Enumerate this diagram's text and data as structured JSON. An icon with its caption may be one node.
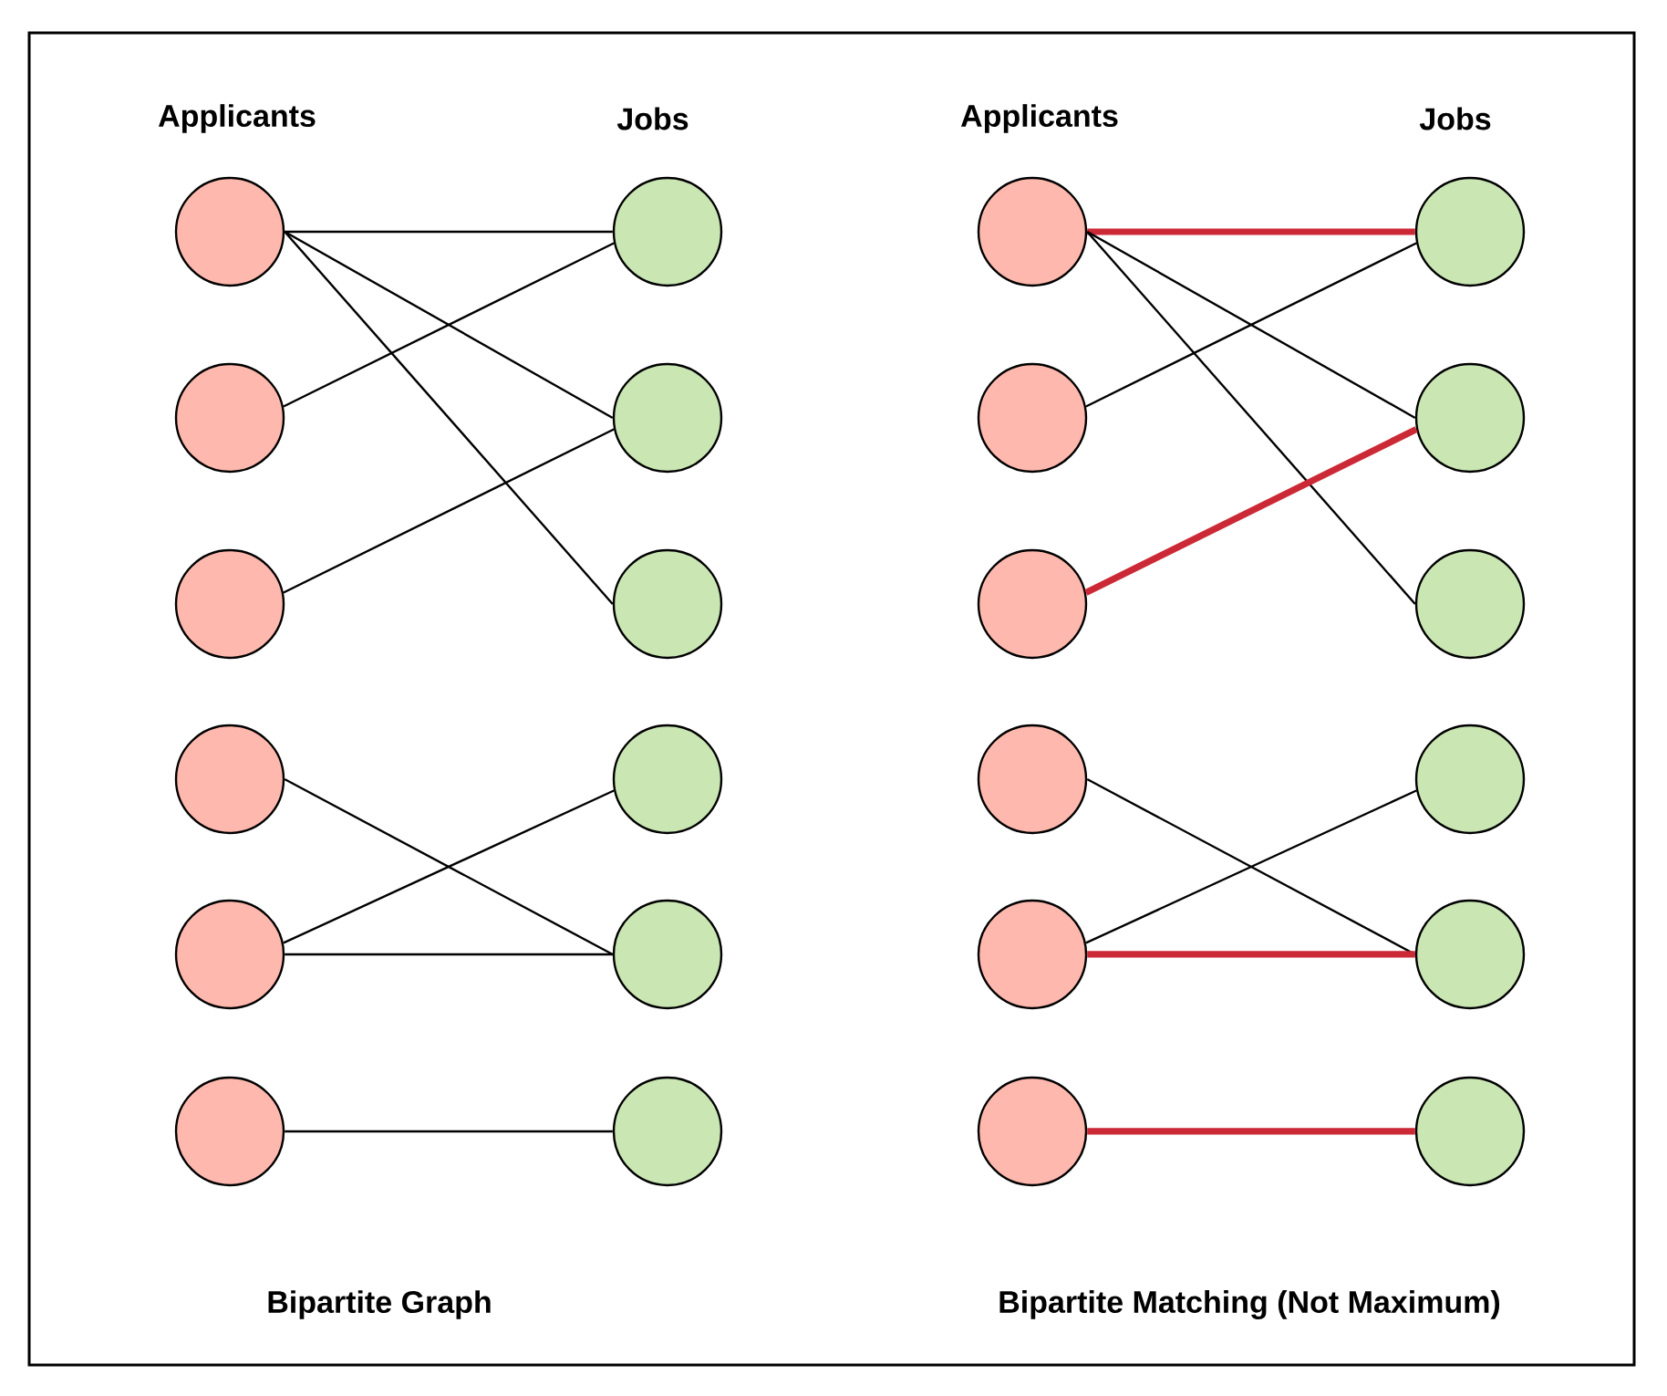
{
  "diagram": {
    "nodes": [
      {
        "text": [],
        "shape": "circle"
      },
      {
        "text": [],
        "shape": "circle"
      },
      {
        "text": [],
        "shape": "circle"
      },
      {
        "text": [],
        "shape": "circle"
      },
      {
        "text": [],
        "shape": "circle"
      },
      {
        "text": [],
        "shape": "circle"
      },
      {
        "text": [],
        "shape": "circle"
      },
      {
        "text": [],
        "shape": "circle"
      },
      {
        "text": [],
        "shape": "circle"
      },
      {
        "text": [],
        "shape": "circle"
      },
      {
        "text": [],
        "shape": "circle"
      },
      {
        "text": [],
        "shape": "circle"
      },
      {
        "text": [],
        "shape": "circle"
      },
      {
        "text": [],
        "shape": "circle"
      },
      {
        "text": [],
        "shape": "circle"
      },
      {
        "text": [],
        "shape": "circle"
      },
      {
        "text": [],
        "shape": "circle"
      },
      {
        "text": [],
        "shape": "circle"
      },
      {
        "text": [],
        "shape": "circle"
      },
      {
        "text": [],
        "shape": "circle"
      },
      {
        "text": [],
        "shape": "circle"
      },
      {
        "text": [],
        "shape": "circle"
      },
      {
        "text": [],
        "shape": "circle"
      },
      {
        "text": [],
        "shape": "circle"
      }
    ],
    "edges": [
      {
        "from": 0,
        "to": 6,
        "arrow": "none"
      },
      {
        "from": 0,
        "to": 7,
        "arrow": "none"
      },
      {
        "from": 0,
        "to": 8,
        "arrow": "none"
      },
      {
        "from": 1,
        "to": 6,
        "arrow": "none"
      },
      {
        "from": 2,
        "to": 7,
        "arrow": "none"
      },
      {
        "from": 3,
        "to": 10,
        "arrow": "none"
      },
      {
        "from": 4,
        "to": 9,
        "arrow": "none"
      },
      {
        "from": 4,
        "to": 10,
        "arrow": "none"
      },
      {
        "from": 5,
        "to": 11,
        "arrow": "none"
      },
      {
        "from": 12,
        "to": 18,
        "arrow": "none",
        "style": "thick",
        "color": "#cc2936"
      },
      {
        "from": 12,
        "to": 19,
        "arrow": "none"
      },
      {
        "from": 12,
        "to": 20,
        "arrow": "none"
      },
      {
        "from": 13,
        "to": 18,
        "arrow": "none"
      },
      {
        "from": 14,
        "to": 19,
        "arrow": "none",
        "style": "thick",
        "color": "#cc2936"
      },
      {
        "from": 15,
        "to": 22,
        "arrow": "none"
      },
      {
        "from": 16,
        "to": 21,
        "arrow": "none"
      },
      {
        "from": 16,
        "to": 22,
        "arrow": "none",
        "style": "thick",
        "color": "#cc2936"
      },
      {
        "from": 17,
        "to": 23,
        "arrow": "none",
        "style": "thick",
        "color": "#cc2936"
      }
    ],
    "labels": [
      "Applicants",
      "Jobs",
      "Applicants",
      "Jobs",
      "Bipartite Graph",
      "Bipartite Matching (Not Maximum)"
    ]
  }
}
